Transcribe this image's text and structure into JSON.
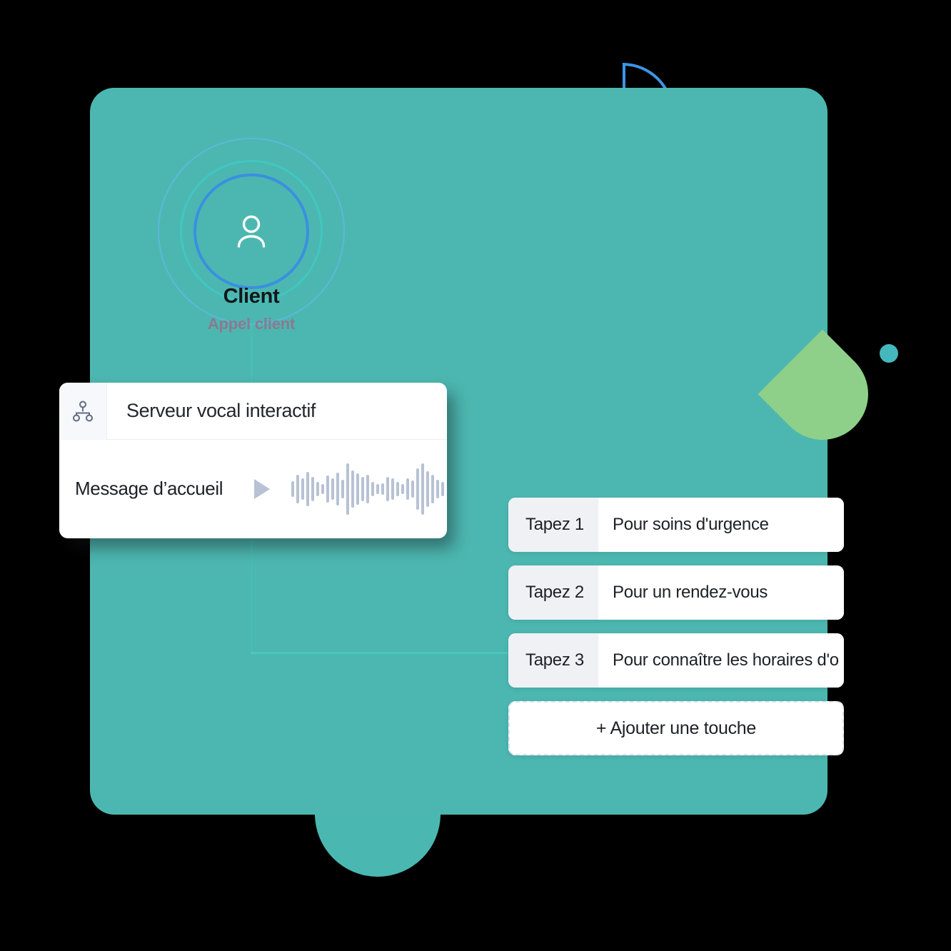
{
  "panel": {
    "background_color": "#4cb7b0"
  },
  "client_node": {
    "icon": "person-icon",
    "title": "Client",
    "subtitle": "Appel client",
    "ring_colors": [
      "#5fb8e0",
      "#3fc9c4",
      "#3b8fe0"
    ]
  },
  "ivr_card": {
    "icon": "sitemap-icon",
    "title": "Serveur vocal interactif",
    "message_label": "Message d’accueil",
    "play_icon": "play-icon",
    "waveform_icon": "audio-waveform",
    "more_icon": "more-options-icon",
    "waveform_bars": [
      22,
      40,
      30,
      48,
      34,
      20,
      14,
      38,
      30,
      46,
      26,
      72,
      52,
      44,
      34,
      40,
      20,
      14,
      16,
      34,
      30,
      20,
      14,
      30,
      24,
      58,
      72,
      50,
      40,
      26,
      20
    ]
  },
  "ivr_menu": {
    "rows": [
      {
        "key": "Tapez 1",
        "description": "Pour soins d'urgence"
      },
      {
        "key": "Tapez 2",
        "description": "Pour un rendez-vous"
      },
      {
        "key": "Tapez 3",
        "description": "Pour connaître les horaires d'o"
      }
    ],
    "add_button_label": "+ Ajouter une touche"
  },
  "decorations": {
    "quarter_circle_color": "#3d95e6",
    "green_half_color": "#8ed08a",
    "dot_color": "#45b8bd",
    "bottom_half_color": "#4ab8b1"
  }
}
